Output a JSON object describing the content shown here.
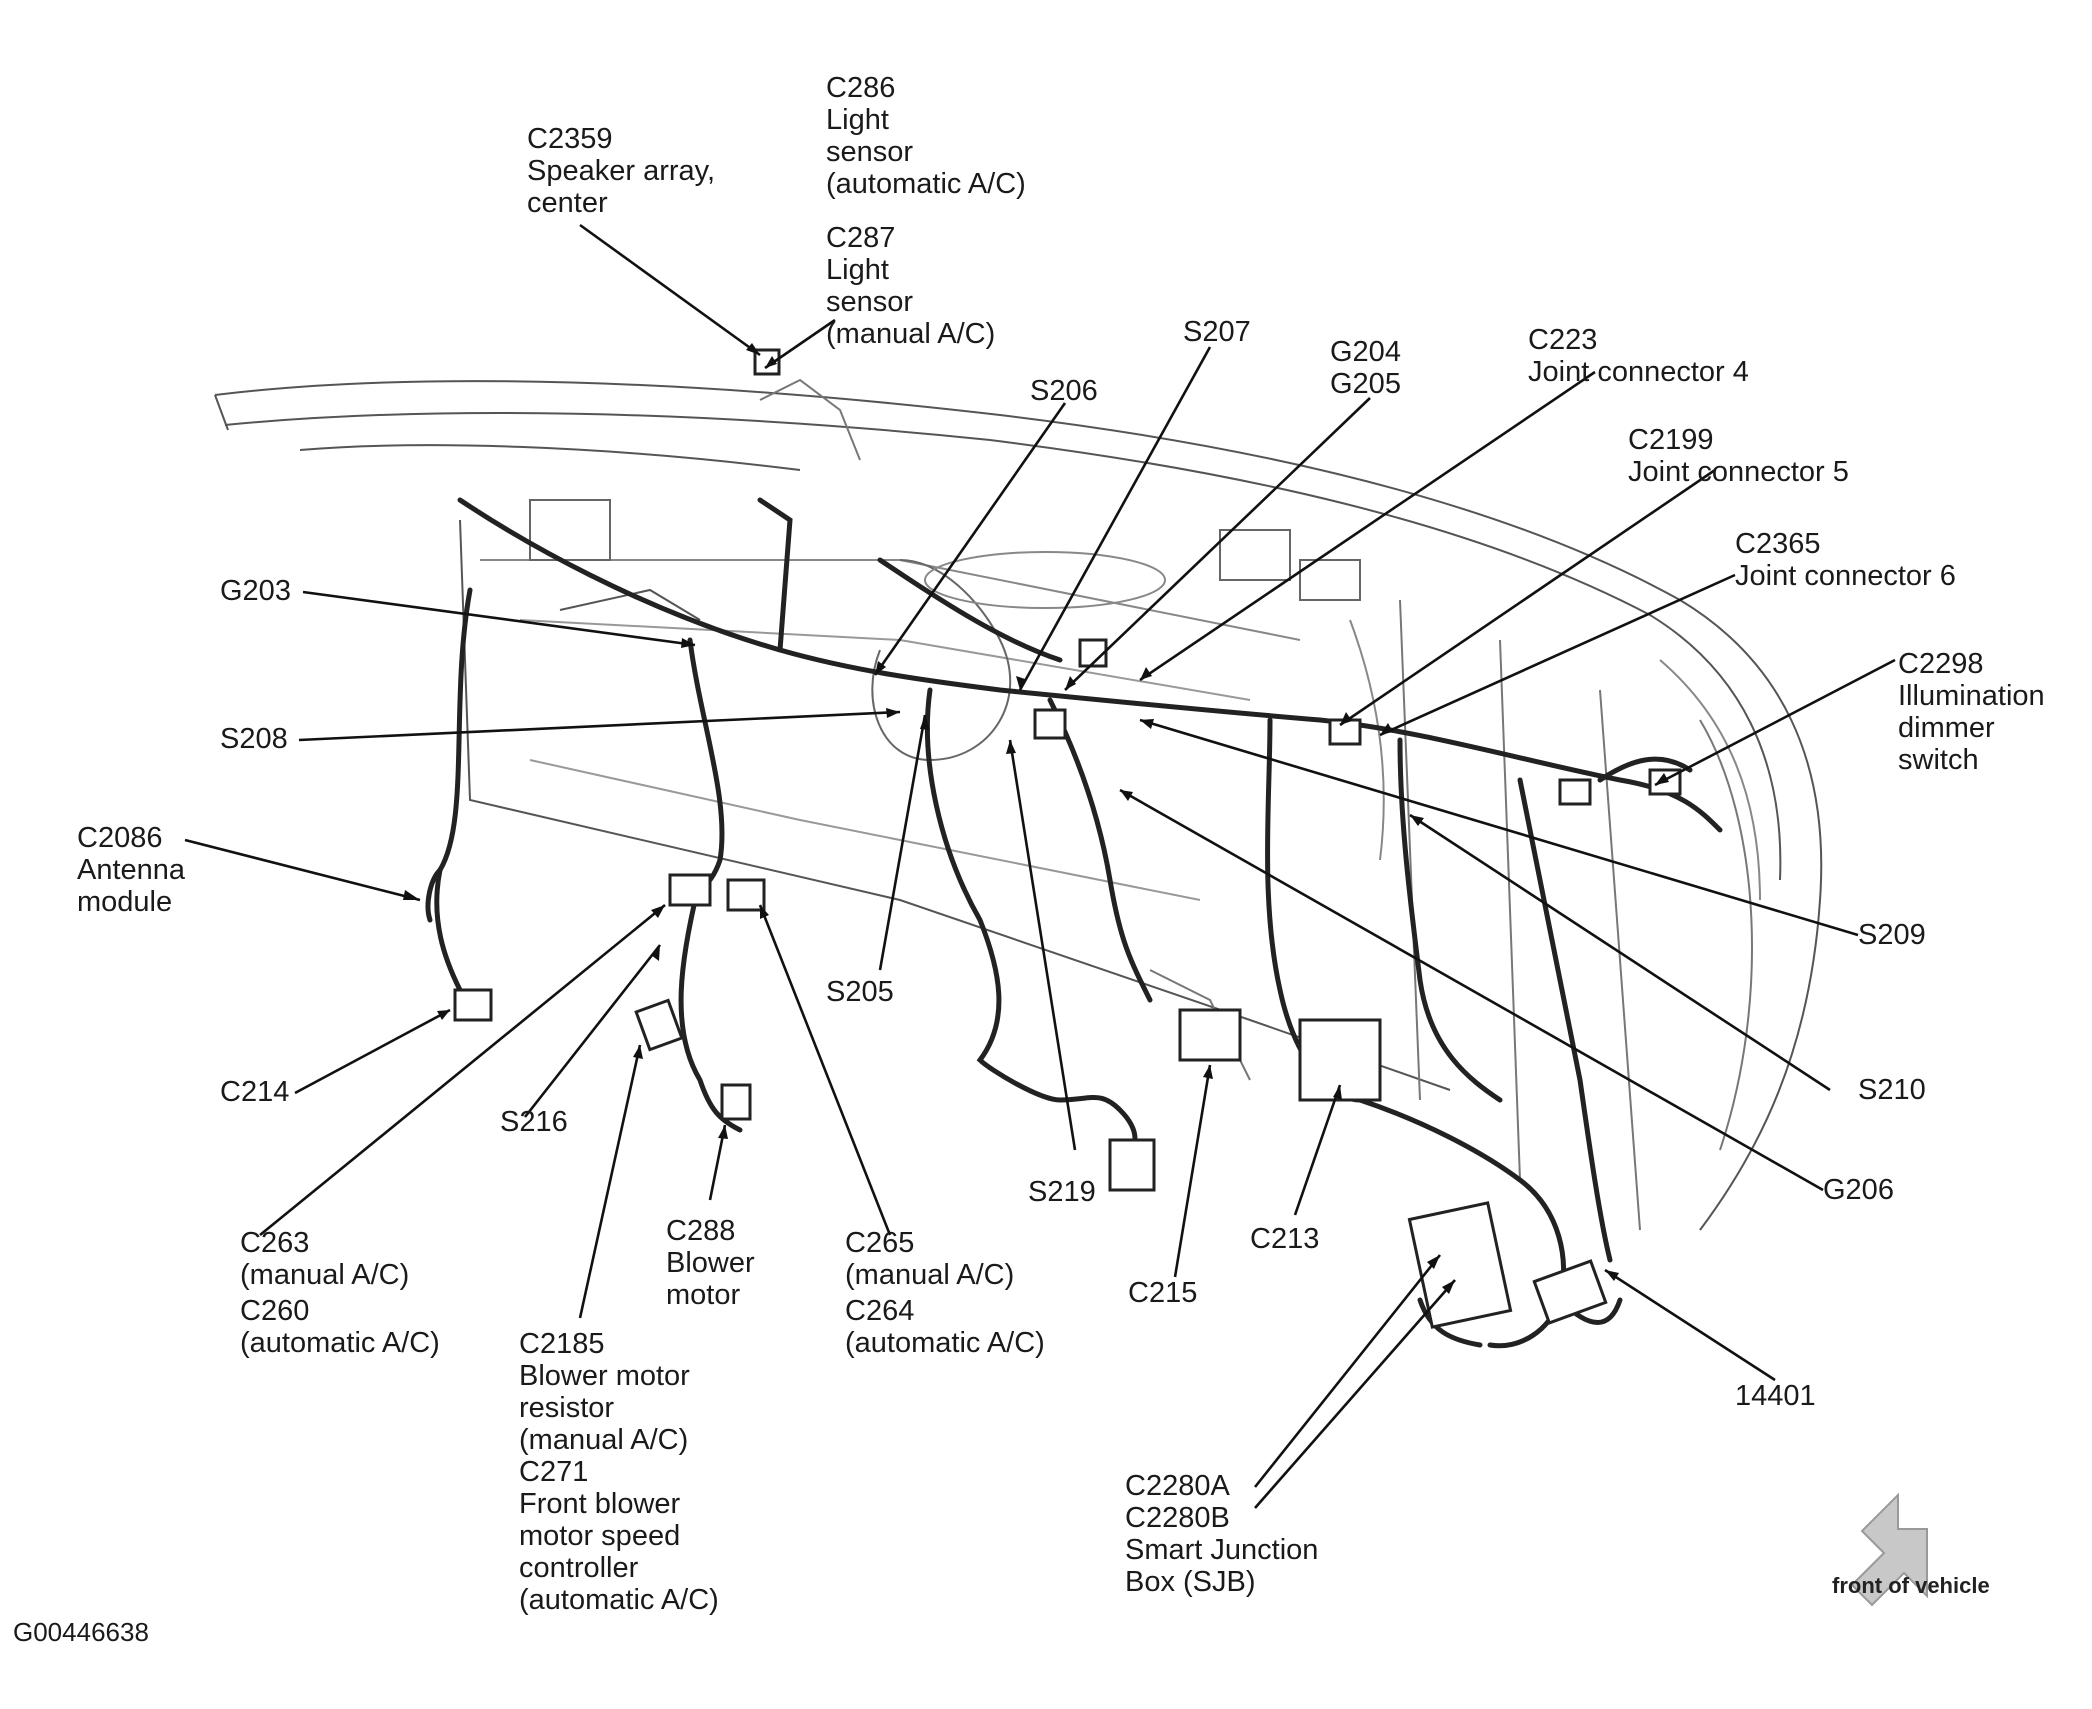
{
  "callouts": {
    "c2359": [
      "C2359",
      "Speaker array,",
      "center"
    ],
    "c286": [
      "C286",
      "Light",
      "sensor",
      "(automatic A/C)"
    ],
    "c287": [
      "C287",
      "Light",
      "sensor",
      "(manual A/C)"
    ],
    "s207": [
      "S207"
    ],
    "g204": [
      "G204",
      "G205"
    ],
    "c223": [
      "C223",
      "Joint connector 4"
    ],
    "s206": [
      "S206"
    ],
    "c2199": [
      "C2199",
      "Joint connector 5"
    ],
    "c2365": [
      "C2365",
      "Joint connector 6"
    ],
    "g203": [
      "G203"
    ],
    "c2298": [
      "C2298",
      "Illumination",
      "dimmer",
      "switch"
    ],
    "s208": [
      "S208"
    ],
    "c2086": [
      "C2086",
      "Antenna",
      "module"
    ],
    "s209": [
      "S209"
    ],
    "s205": [
      "S205"
    ],
    "c214": [
      "C214"
    ],
    "s210": [
      "S210"
    ],
    "s216": [
      "S216"
    ],
    "s219": [
      "S219"
    ],
    "g206": [
      "G206"
    ],
    "c213": [
      "C213"
    ],
    "c263": [
      "C263",
      "(manual A/C)",
      "C260",
      "(automatic A/C)"
    ],
    "c288": [
      "C288",
      "Blower",
      "motor"
    ],
    "c265": [
      "C265",
      "(manual A/C)",
      "C264",
      "(automatic A/C)"
    ],
    "c215": [
      "C215"
    ],
    "c2185": [
      "C2185",
      "Blower motor",
      "resistor",
      "(manual A/C)",
      "C271",
      "Front blower",
      "motor speed",
      "controller",
      "(automatic A/C)"
    ],
    "n14401": [
      "14401"
    ],
    "c2280": [
      "C2280A",
      "C2280B",
      "Smart Junction",
      "Box (SJB)"
    ]
  },
  "figure_id": "G00446638",
  "front_of_vehicle": "front of vehicle",
  "icons": {
    "direction": "front-of-vehicle-arrow-icon"
  },
  "colors": {
    "ink": "#111111",
    "art": "#555555",
    "arrow_fill": "#c8c8c8"
  }
}
